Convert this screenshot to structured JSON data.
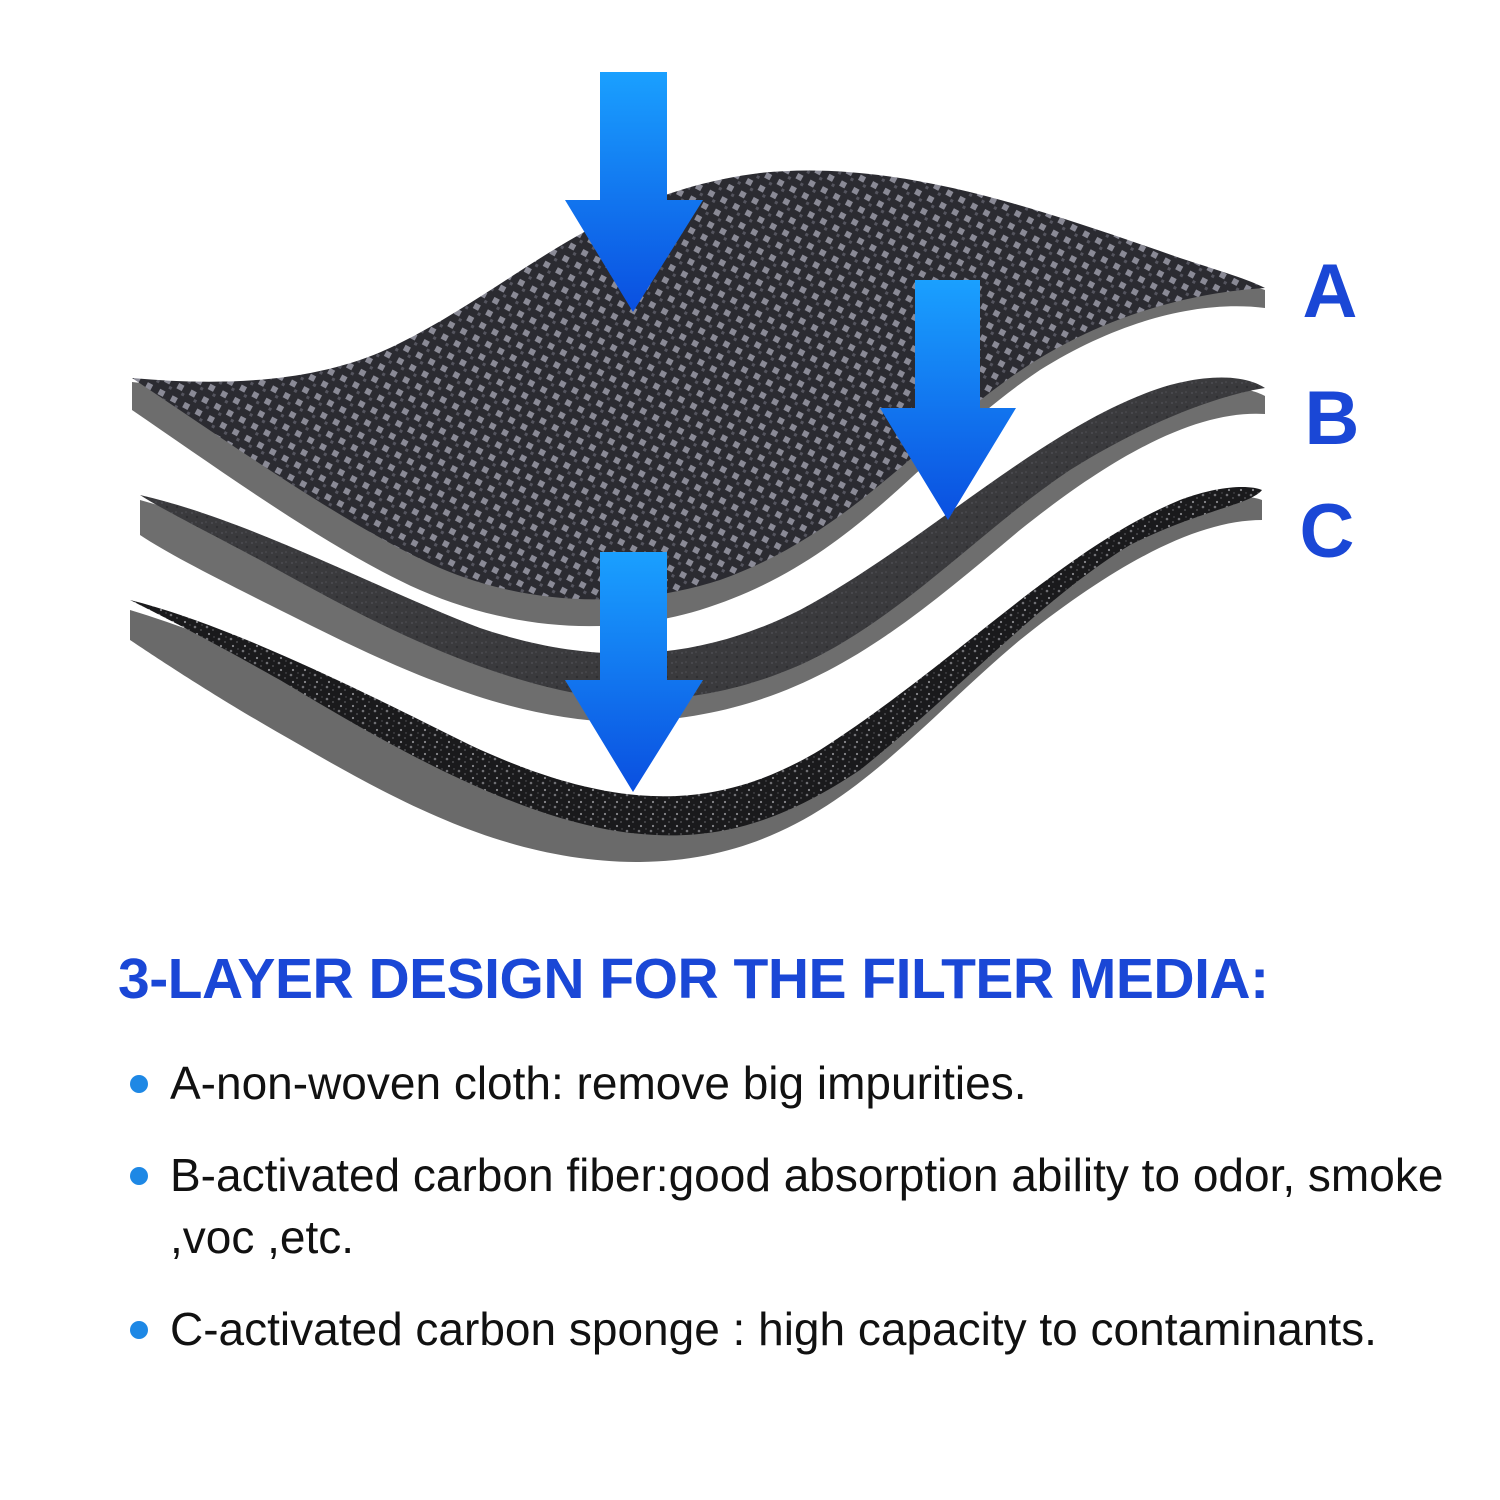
{
  "colors": {
    "accent_blue": "#1a47d6",
    "bullet_blue": "#1e88e5",
    "arrow_top": "#0a63e6",
    "arrow_bottom": "#2f9bff",
    "layer_edge": "#6e6e6e",
    "layer_fabric": "#2a2a2e",
    "text": "#111111"
  },
  "layers": {
    "a": "A",
    "b": "B",
    "c": "C"
  },
  "heading": "3-LAYER DESIGN FOR THE FILTER MEDIA:",
  "bullets": [
    {
      "text": "A-non-woven cloth: remove big impurities."
    },
    {
      "text": "B-activated carbon fiber:good absorption ability to odor, smoke ,voc ,etc."
    },
    {
      "text": "C-activated carbon sponge : high capacity to contaminants."
    }
  ],
  "icons": [
    "down-arrow-icon",
    "bullet-dot-icon"
  ]
}
